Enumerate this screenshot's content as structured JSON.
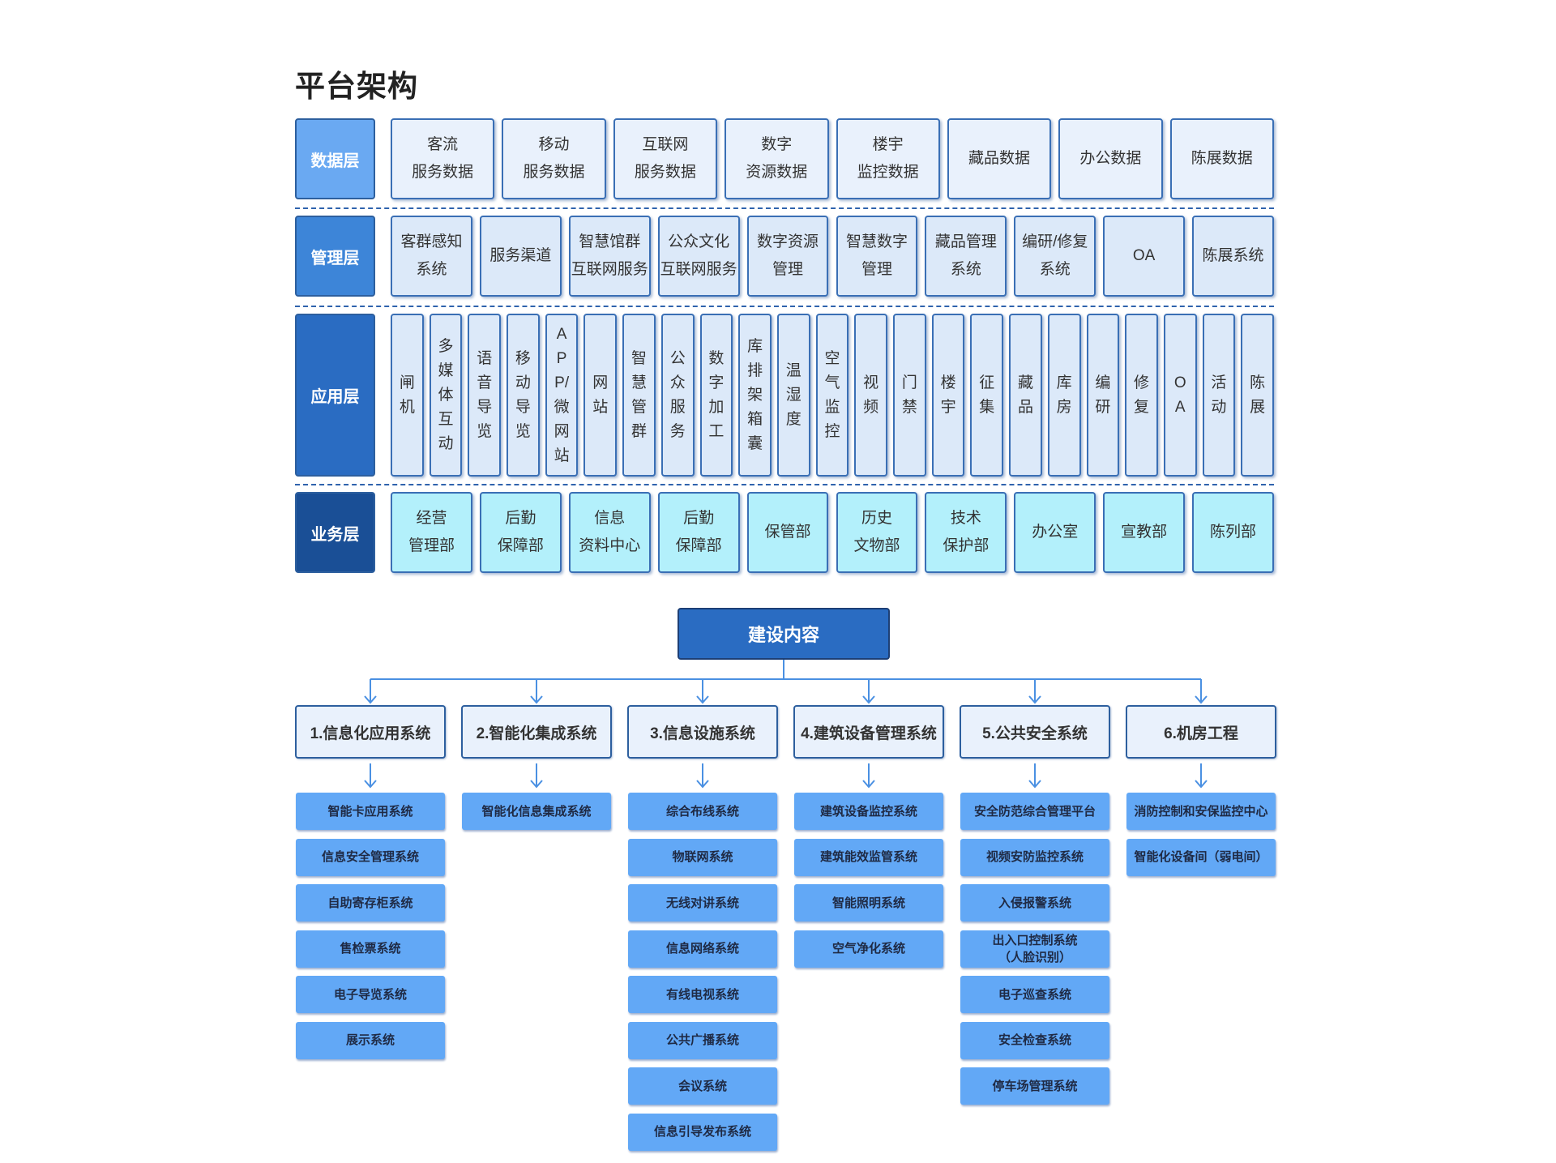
{
  "title": "平台架构",
  "layers": {
    "data": {
      "label": "数据层",
      "items": [
        "客流\n服务数据",
        "移动\n服务数据",
        "互联网\n服务数据",
        "数字\n资源数据",
        "楼宇\n监控数据",
        "藏品数据",
        "办公数据",
        "陈展数据"
      ]
    },
    "management": {
      "label": "管理层",
      "items": [
        "客群感知\n系统",
        "服务渠道",
        "智慧馆群\n互联网服务",
        "公众文化\n互联网服务",
        "数字资源\n管理",
        "智慧数字\n管理",
        "藏品管理\n系统",
        "编研/修复\n系统",
        "OA",
        "陈展系统"
      ]
    },
    "application": {
      "label": "应用层",
      "items": [
        "闸机",
        "多媒体互动",
        "语音导览",
        "移动导览",
        "APP/微网站",
        "网站",
        "智慧管群",
        "公众服务",
        "数字加工",
        "库排架箱囊",
        "温湿度",
        "空气监控",
        "视频",
        "门禁",
        "楼宇",
        "征集",
        "藏品",
        "库房",
        "编研",
        "修复",
        "OA",
        "活动",
        "陈展"
      ]
    },
    "business": {
      "label": "业务层",
      "items": [
        "经营\n管理部",
        "后勤\n保障部",
        "信息\n资料中心",
        "后勤\n保障部",
        "保管部",
        "历史\n文物部",
        "技术\n保护部",
        "办公室",
        "宣教部",
        "陈列部"
      ]
    }
  },
  "construction": {
    "label": "建设内容",
    "systems": [
      {
        "name": "1.信息化应用系统",
        "items": [
          "智能卡应用系统",
          "信息安全管理系统",
          "自助寄存柜系统",
          "售检票系统",
          "电子导览系统",
          "展示系统"
        ]
      },
      {
        "name": "2.智能化集成系统",
        "items": [
          "智能化信息集成系统"
        ]
      },
      {
        "name": "3.信息设施系统",
        "items": [
          "综合布线系统",
          "物联网系统",
          "无线对讲系统",
          "信息网络系统",
          "有线电视系统",
          "公共广播系统",
          "会议系统",
          "信息引导发布系统"
        ]
      },
      {
        "name": "4.建筑设备管理系统",
        "items": [
          "建筑设备监控系统",
          "建筑能效监管系统",
          "智能照明系统",
          "空气净化系统"
        ]
      },
      {
        "name": "5.公共安全系统",
        "items": [
          "安全防范综合管理平台",
          "视频安防监控系统",
          "入侵报警系统",
          "出入口控制系统\n（人脸识别）",
          "电子巡查系统",
          "安全检查系统",
          "停车场管理系统"
        ]
      },
      {
        "name": "6.机房工程",
        "items": [
          "消防控制和安保监控中心",
          "智能化设备间（弱电间）"
        ]
      }
    ]
  },
  "colors": {
    "data_label": "#6aa9f2",
    "management_label": "#3d85d8",
    "application_label": "#2a6cc2",
    "business_label": "#1a4f96",
    "connector": "#4a90e2"
  }
}
